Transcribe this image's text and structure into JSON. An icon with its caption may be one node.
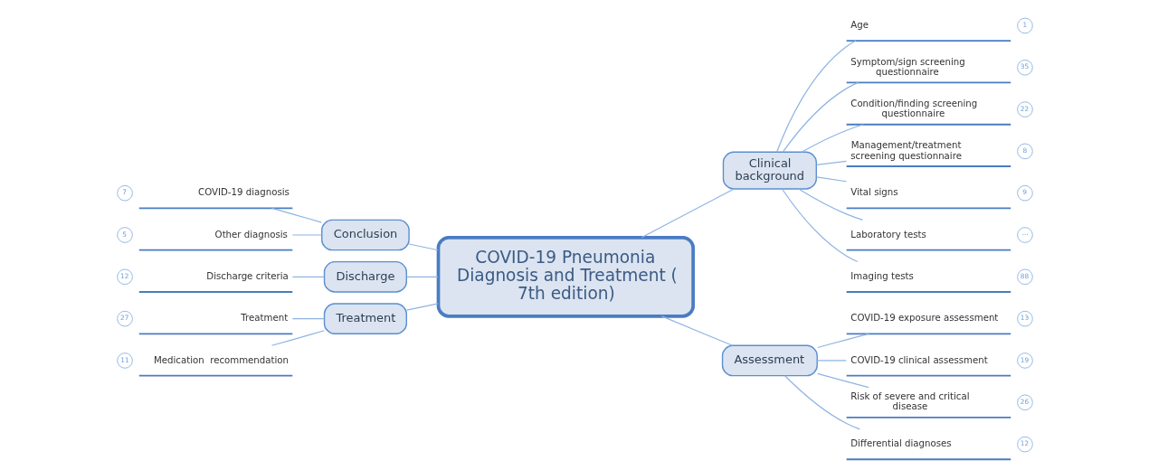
{
  "diagram": {
    "nodes": [
      {
        "text": [
          "COVID-19 Pneumonia Diagnosis and Treatment ( 7th edition)"
        ]
      },
      {
        "text": [
          "Conclusion"
        ]
      },
      {
        "text": [
          "COVID-19 diagnosis"
        ],
        "beside": [
          "7"
        ]
      },
      {
        "text": [
          "Other diagnosis"
        ],
        "beside": [
          "5"
        ]
      },
      {
        "text": [
          "Discharge"
        ]
      },
      {
        "text": [
          "Discharge criteria"
        ],
        "beside": [
          "12"
        ]
      },
      {
        "text": [
          "Treatment"
        ]
      },
      {
        "text": [
          "Treatment"
        ],
        "beside": [
          "27"
        ]
      },
      {
        "text": [
          "Medication  recommendation"
        ],
        "beside": [
          "11"
        ]
      },
      {
        "text": [
          "Clinical background"
        ]
      },
      {
        "text": [
          "Age"
        ],
        "beside": [
          "1"
        ]
      },
      {
        "text": [
          "Symptom/sign screening questionnaire"
        ],
        "beside": [
          "35"
        ]
      },
      {
        "text": [
          "Condition/finding screening questionnaire"
        ],
        "beside": [
          "22"
        ]
      },
      {
        "text": [
          "Management/treatment screening questionnaire"
        ],
        "beside": [
          "8"
        ]
      },
      {
        "text": [
          "Vital signs"
        ],
        "beside": [
          "9"
        ]
      },
      {
        "text": [
          "Laboratory tests"
        ],
        "beside": [
          "···"
        ]
      },
      {
        "text": [
          "Imaging tests"
        ],
        "beside": [
          "88"
        ]
      },
      {
        "text": [
          "Assessment"
        ]
      },
      {
        "text": [
          "COVID-19 exposure assessment"
        ],
        "beside": [
          "13"
        ]
      },
      {
        "text": [
          "COVID-19 clinical assessment"
        ],
        "beside": [
          "19"
        ]
      },
      {
        "text": [
          "Risk of severe and critical disease"
        ],
        "beside": [
          "26"
        ]
      },
      {
        "text": [
          "Differential diagnoses"
        ],
        "beside": [
          "12"
        ]
      }
    ],
    "edges": [
      {
        "from": 0,
        "to": 1,
        "arrow": "none"
      },
      {
        "from": 1,
        "to": 2,
        "arrow": "none"
      },
      {
        "from": 1,
        "to": 3,
        "arrow": "none"
      },
      {
        "from": 0,
        "to": 4,
        "arrow": "none"
      },
      {
        "from": 4,
        "to": 5,
        "arrow": "none"
      },
      {
        "from": 0,
        "to": 6,
        "arrow": "none"
      },
      {
        "from": 6,
        "to": 7,
        "arrow": "none"
      },
      {
        "from": 6,
        "to": 8,
        "arrow": "none"
      },
      {
        "from": 0,
        "to": 9,
        "arrow": "none"
      },
      {
        "from": 9,
        "to": 10,
        "arrow": "none"
      },
      {
        "from": 9,
        "to": 11,
        "arrow": "none"
      },
      {
        "from": 9,
        "to": 12,
        "arrow": "none"
      },
      {
        "from": 9,
        "to": 13,
        "arrow": "none"
      },
      {
        "from": 9,
        "to": 14,
        "arrow": "none"
      },
      {
        "from": 9,
        "to": 15,
        "arrow": "none"
      },
      {
        "from": 9,
        "to": 16,
        "arrow": "none"
      },
      {
        "from": 0,
        "to": 17,
        "arrow": "none"
      },
      {
        "from": 17,
        "to": 18,
        "arrow": "none"
      },
      {
        "from": 17,
        "to": 19,
        "arrow": "none"
      },
      {
        "from": 17,
        "to": 20,
        "arrow": "none"
      },
      {
        "from": 17,
        "to": 21,
        "arrow": "none"
      }
    ]
  }
}
